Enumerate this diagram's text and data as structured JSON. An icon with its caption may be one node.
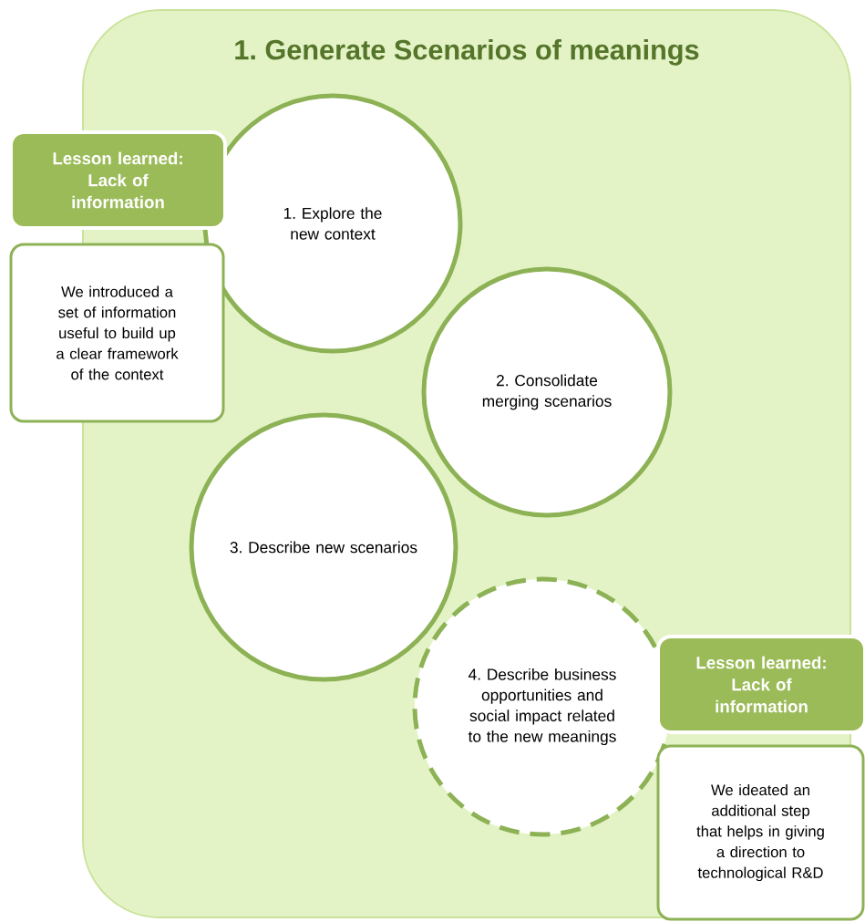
{
  "diagram": {
    "nodes": [
      {
        "text": [
          "1. Generate Scenarios of meanings"
        ]
      },
      {
        "text": [
          "1. Explore the new context"
        ],
        "in": 0
      },
      {
        "text": [
          "2. Consolidate merging scenarios"
        ],
        "in": 0
      },
      {
        "text": [
          "3. Describe new scenarios"
        ],
        "in": 0
      },
      {
        "text": [
          "4. Describe business opportunities and social impact related to the new meanings"
        ],
        "in": 0
      },
      {
        "text": [
          "Lesson learned: Lack of information"
        ]
      },
      {
        "text": [
          "We introduced a set of information useful to build up a clear framework of the context"
        ]
      },
      {
        "text": [
          "Lesson learned: Lack of information"
        ]
      },
      {
        "text": [
          "We ideated an additional step that helps in giving a direction to technological R&D"
        ]
      }
    ],
    "edges": []
  }
}
